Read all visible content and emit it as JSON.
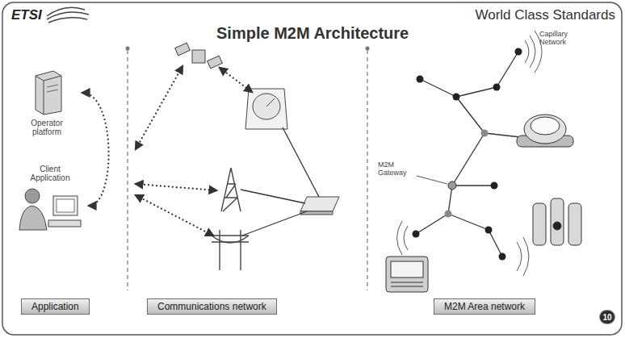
{
  "diagram": {
    "title": "Simple M2M Architecture",
    "nodes": [
      {
        "text": [
          "Operator platform"
        ]
      },
      {
        "text": [
          "Client Application"
        ]
      },
      {
        "text": [
          "Application"
        ]
      },
      {
        "text": [
          "Communications network"
        ]
      },
      {
        "text": [
          "M2M Area network"
        ]
      },
      {
        "text": [
          "10"
        ]
      }
    ],
    "edges": [
      {
        "from": 0,
        "to": 1,
        "arrow": "both"
      }
    ],
    "labels": [
      "ETSI",
      "World Class Standards",
      "Capillary Network",
      "M2M Gateway"
    ]
  }
}
